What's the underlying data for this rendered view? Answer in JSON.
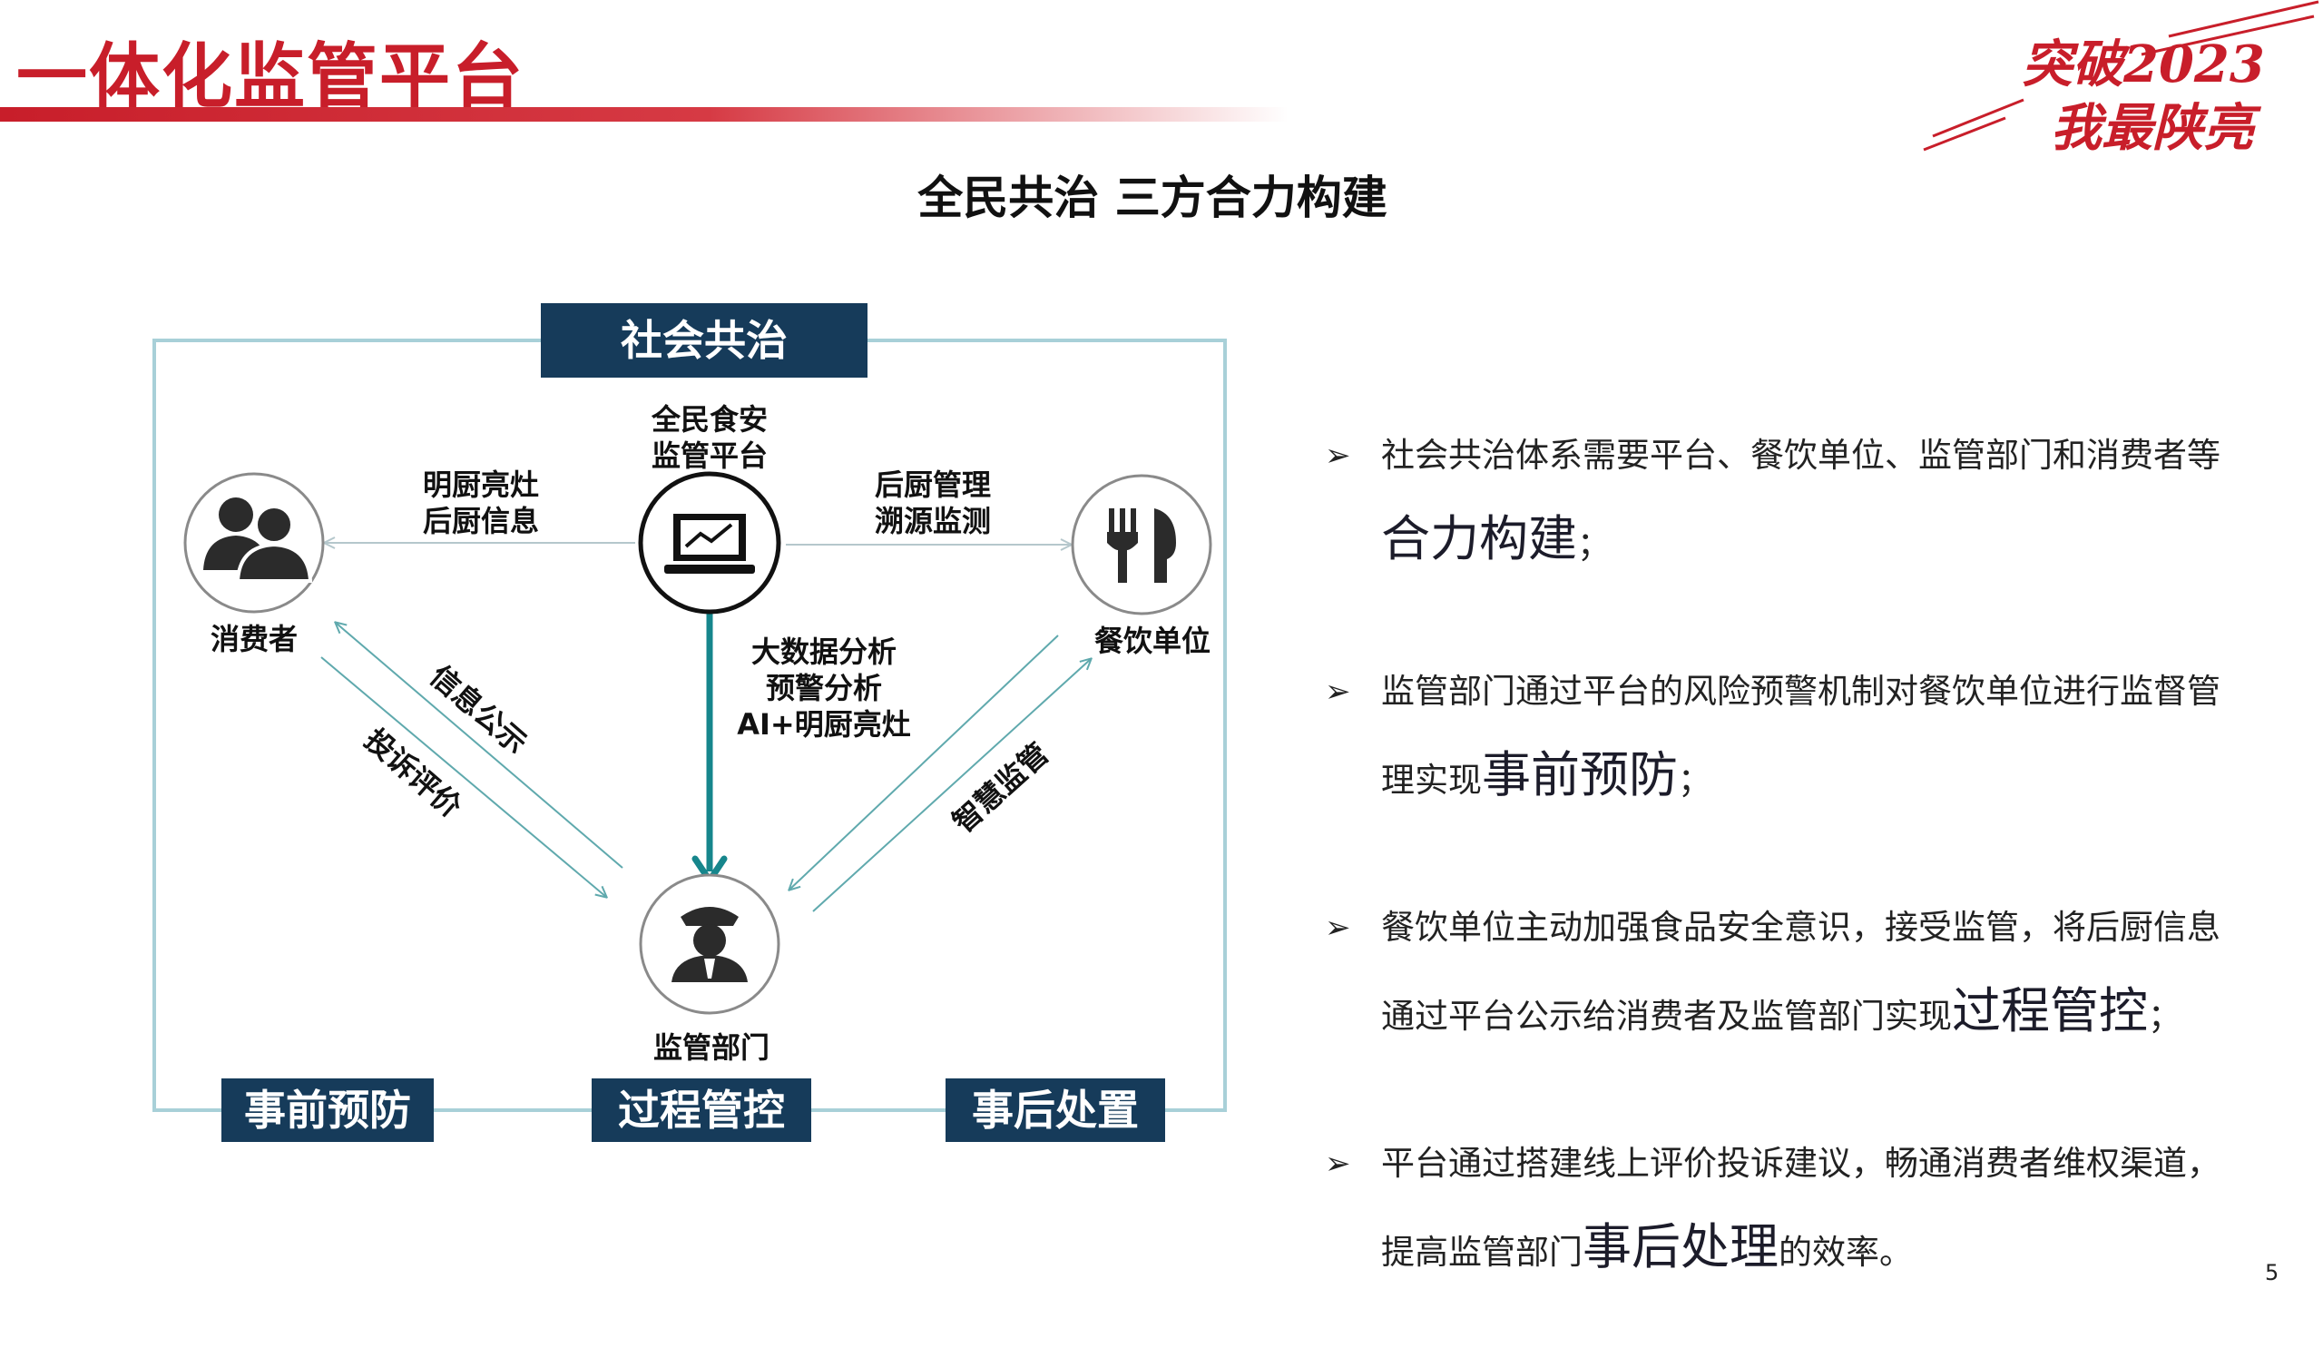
{
  "header": {
    "title": "一体化监管平台",
    "accent_color": "#c81e2a",
    "logo": {
      "line1": "突破2023",
      "line2": "我最陕亮"
    }
  },
  "subtitle": "全民共治  三方合力构建",
  "diagram": {
    "top_label": "社会共治",
    "bottom_labels": [
      "事前预防",
      "过程管控",
      "事后处置"
    ],
    "nodes": {
      "platform": {
        "label_line1": "全民食安",
        "label_line2": "监管平台",
        "icon": "monitor-chart-icon"
      },
      "consumer": {
        "label": "消费者",
        "icon": "people-icon"
      },
      "restaurant": {
        "label": "餐饮单位",
        "icon": "fork-knife-icon"
      },
      "regulator": {
        "label": "监管部门",
        "icon": "officer-icon"
      }
    },
    "edges": {
      "to_consumer": {
        "line1": "明厨亮灶",
        "line2": "后厨信息"
      },
      "from_restaurant": {
        "line1": "后厨管理",
        "line2": "溯源监测"
      },
      "to_regulator": {
        "line1": "大数据分析",
        "line2": "预警分析",
        "line3": "AI+明厨亮灶"
      },
      "info_public": "信息公示",
      "complaint": "投诉评价",
      "smart_supervision": "智慧监管"
    },
    "colors": {
      "frame": "#a8d0d8",
      "box": "#163b5a",
      "main_arrow": "#16868c",
      "thin_arrow": "#5fa9ad"
    }
  },
  "bullets": [
    {
      "text": "社会共治体系需要平台、餐饮单位、监管部门和消费者等",
      "emphasis": "合力构建",
      "tail": "；"
    },
    {
      "text": "监管部门通过平台的风险预警机制对餐饮单位进行监督管理实现",
      "emphasis": "事前预防",
      "tail": "；"
    },
    {
      "text": "餐饮单位主动加强食品安全意识，接受监管，将后厨信息通过平台公示给消费者及监管部门实现",
      "emphasis": "过程管控",
      "tail": "；"
    },
    {
      "text": "平台通过搭建线上评价投诉建议，畅通消费者维权渠道，提高监管部门",
      "emphasis": "事后处理",
      "tail": "的效率。"
    }
  ],
  "bullet_marker": "➢",
  "page_number": "5"
}
